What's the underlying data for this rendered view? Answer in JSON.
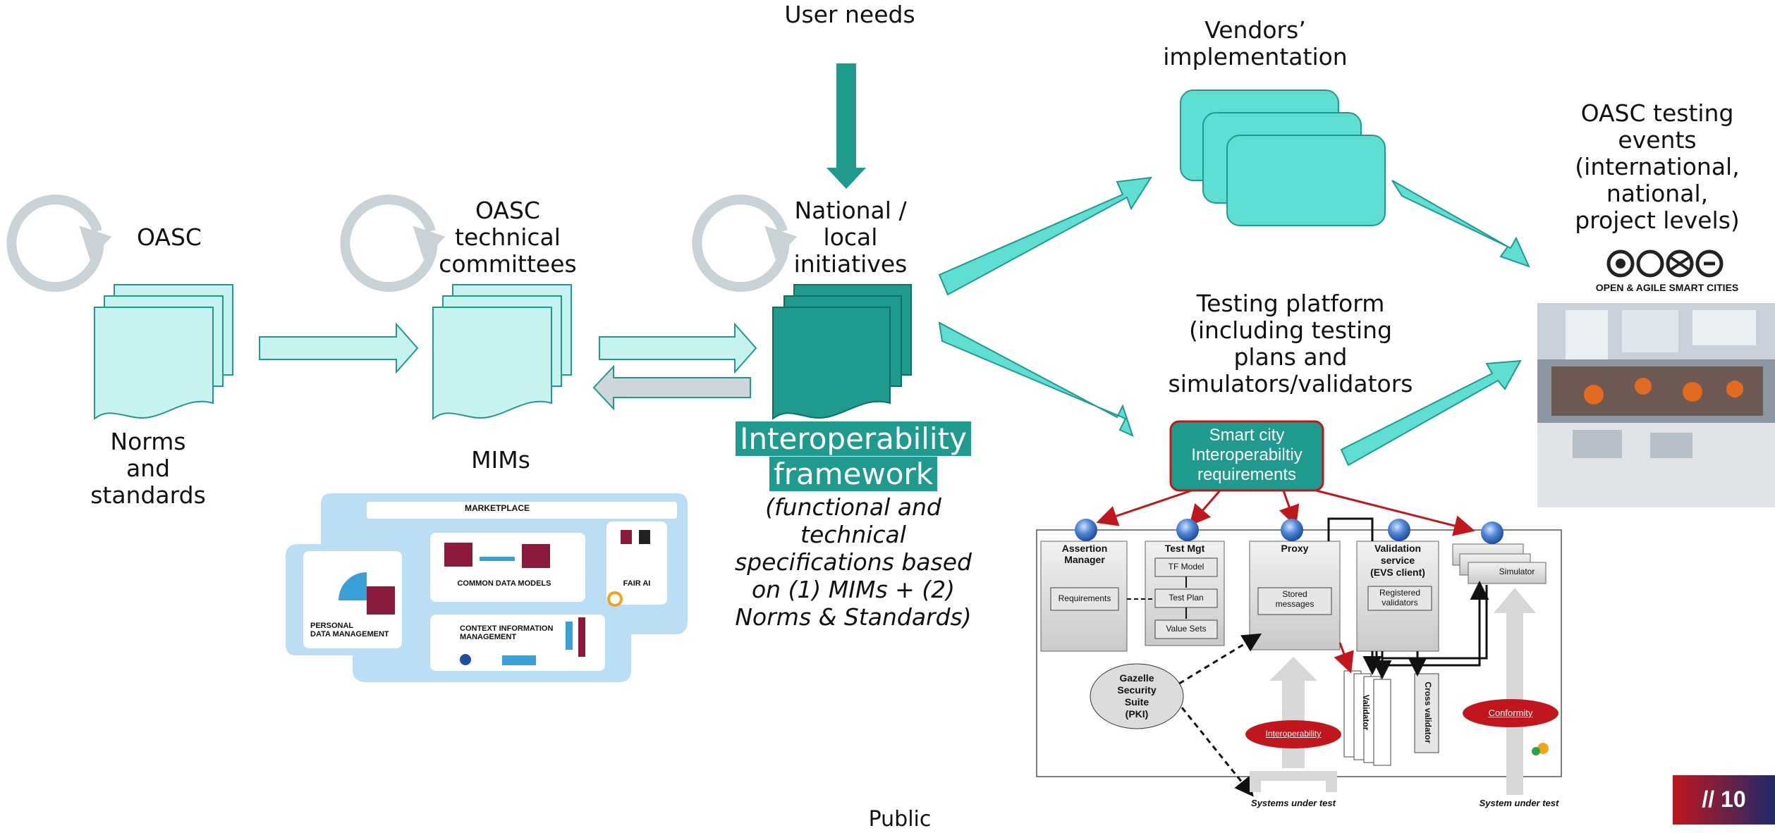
{
  "labels": {
    "user_needs": "User needs",
    "vendors_line1": "Vendors’",
    "vendors_line2": "implementation",
    "oasc": "OASC",
    "oasc_tc_1": "OASC",
    "oasc_tc_2": "technical",
    "oasc_tc_3": "committees",
    "national_1": "National /",
    "national_2": "local",
    "national_3": "initiatives",
    "norms_1": "Norms",
    "norms_2": "and",
    "norms_3": "standards",
    "mims": "MIMs",
    "testing_1": "Testing platform",
    "testing_2": "(including testing",
    "testing_3": "plans and",
    "testing_4": "simulators/validators",
    "events_1": "OASC testing",
    "events_2": "events",
    "events_3": "(international,",
    "events_4": "national,",
    "events_5": "project levels)",
    "oasc_logo_sub": "OPEN & AGILE SMART CITIES",
    "if_title_1": "Interoperability",
    "if_title_2": "framework",
    "if_desc_1": "(functional and",
    "if_desc_2": "technical",
    "if_desc_3": "specifications based",
    "if_desc_4": "on (1) MIMs + (2)",
    "if_desc_5": "Norms & Standards)",
    "smart_city_1": "Smart city",
    "smart_city_2": "Interoperabiltiy",
    "smart_city_3": "requirements",
    "footer_public": "Public",
    "page_number": "// 10"
  },
  "mims_panel": {
    "marketplace": "MARKETPLACE",
    "common_data_models": "COMMON DATA MODELS",
    "fair_ai": "FAIR AI",
    "personal_1": "PERSONAL",
    "personal_2": "DATA MANAGEMENT",
    "context_1": "CONTEXT INFORMATION",
    "context_2": "MANAGEMENT"
  },
  "gazelle": {
    "assertion_manager_1": "Assertion",
    "assertion_manager_2": "Manager",
    "requirements": "Requirements",
    "test_mgt": "Test Mgt",
    "tf_model": "TF Model",
    "test_plan": "Test Plan",
    "value_sets": "Value Sets",
    "proxy": "Proxy",
    "stored_1": "Stored",
    "stored_2": "messages",
    "validation_1": "Validation",
    "validation_2": "service",
    "validation_3": "(EVS client)",
    "registered_1": "Registered",
    "registered_2": "validators",
    "simulator": "Simulator",
    "security_1": "Gazelle",
    "security_2": "Security",
    "security_3": "Suite",
    "security_4": "(PKI)",
    "validator": "Validator",
    "cross_validator": "Cross validator",
    "interoperability": "Interoperability",
    "conformity": "Conformity",
    "sut_left": "Systems under test",
    "sut_right": "System under test"
  },
  "colors": {
    "teal_dark": "#1f9a8f",
    "teal_light": "#5fdfd4",
    "teal_pale": "#c6f3ef",
    "arrow_grey": "#ccd6db",
    "cycle_grey": "#c9d2d6",
    "red": "#c0161c",
    "smart_city_fill": "#1f9a8f"
  }
}
